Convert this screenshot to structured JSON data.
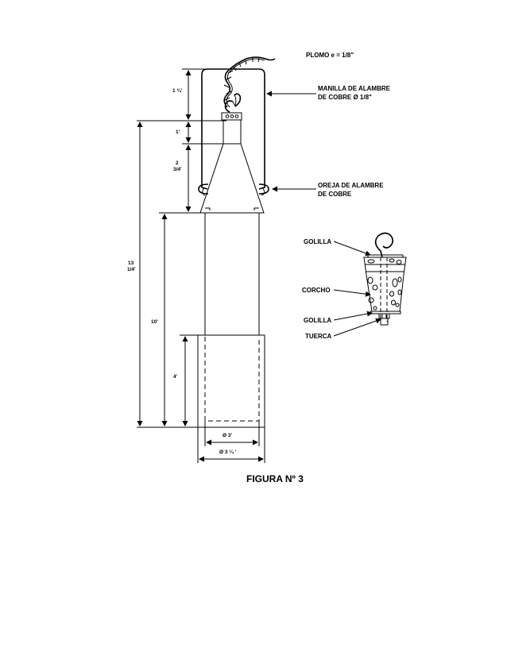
{
  "title": "PLOMO  e = 1/8\"",
  "caption": "FIGURA Nº 3",
  "callouts": {
    "manilla_line1": "MANILLA DE ALAMBRE",
    "manilla_line2": "DE COBRE Ø 1/8\"",
    "oreja_line1": "OREJA DE ALAMBRE",
    "oreja_line2": "DE COBRE",
    "golilla_top": "GOLILLA",
    "corcho": "CORCHO",
    "golilla_bottom": "GOLILLA",
    "tuerca": "TUERCA"
  },
  "dimensions": {
    "handle_height": "1 ¾'",
    "top_block": "1'",
    "cone_line1": "2",
    "cone_line2": "3/4'",
    "total_line1": "13",
    "total_line2": "1/4'",
    "body_length": "10'",
    "bottom_length": "4'",
    "inner_diameter": "Ø 3'",
    "outer_diameter": "Ø 3 ¼ '"
  },
  "colors": {
    "ink": "#000000",
    "paper": "#ffffff"
  }
}
